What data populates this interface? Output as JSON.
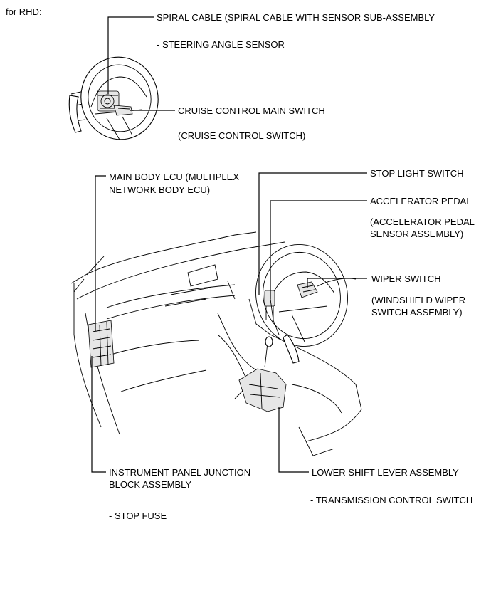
{
  "header": {
    "variant": "for RHD:"
  },
  "labels": {
    "spiral_cable": "SPIRAL CABLE (SPIRAL CABLE WITH SENSOR SUB-ASSEMBLY",
    "steering_angle_sensor": "- STEERING ANGLE SENSOR",
    "cruise_main_switch": "CRUISE CONTROL MAIN SWITCH",
    "cruise_control_switch": "(CRUISE CONTROL SWITCH)",
    "main_body_ecu_1": "MAIN BODY ECU (MULTIPLEX",
    "main_body_ecu_2": "NETWORK BODY ECU)",
    "stop_light_switch": "STOP LIGHT SWITCH",
    "accelerator_pedal": "ACCELERATOR PEDAL",
    "accel_sensor_1": "(ACCELERATOR PEDAL",
    "accel_sensor_2": "SENSOR ASSEMBLY)",
    "wiper_switch": "WIPER SWITCH",
    "windshield_wiper_1": "(WINDSHIELD WIPER",
    "windshield_wiper_2": "SWITCH ASSEMBLY)",
    "ip_junction_1": "INSTRUMENT PANEL JUNCTION",
    "ip_junction_2": "BLOCK ASSEMBLY",
    "lower_shift_lever": "LOWER SHIFT LEVER ASSEMBLY",
    "transmission_control_switch": "- TRANSMISSION CONTROL SWITCH",
    "stop_fuse": "- STOP FUSE"
  }
}
